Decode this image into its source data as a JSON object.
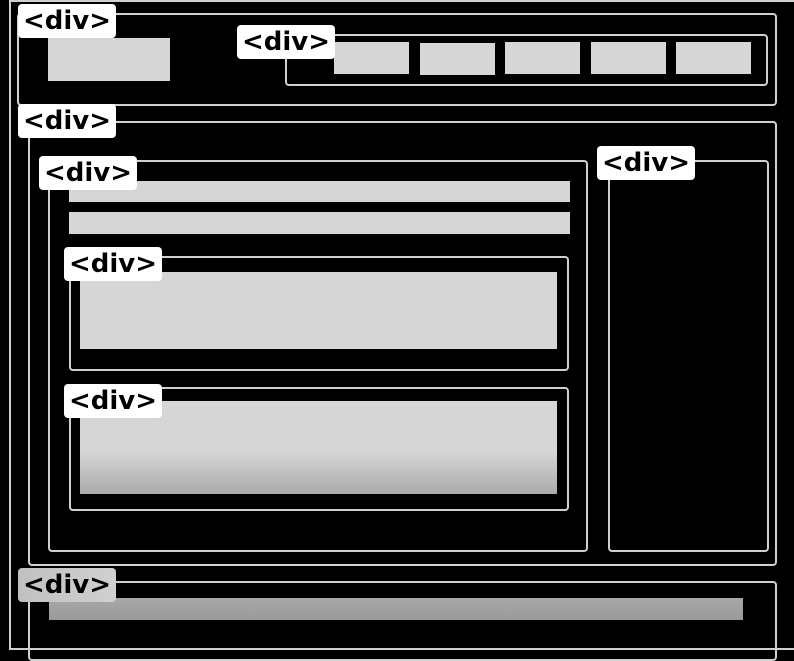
{
  "tags": {
    "header": "<div>",
    "nav": "<div>",
    "main": "<div>",
    "content": "<div>",
    "card1": "<div>",
    "card2": "<div>",
    "sidebar": "<div>",
    "footer": "<div>"
  },
  "colors": {
    "background": "#000000",
    "outline": "#d0d0d0",
    "placeholder": "#d6d6d6",
    "tag_background": "#ffffff",
    "tag_text": "#000000"
  }
}
